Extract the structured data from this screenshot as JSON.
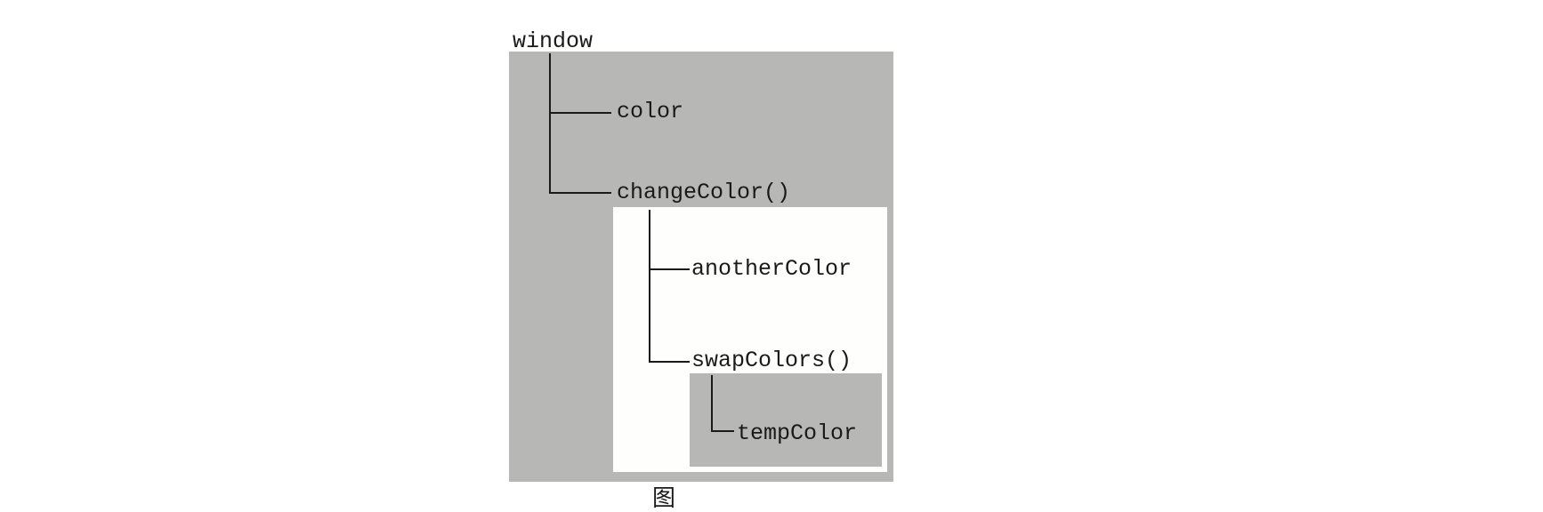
{
  "scopes": {
    "global": {
      "name": "window",
      "fill": "#b7b7b6"
    },
    "change_color": {
      "name": "changeColor()",
      "fill": "#fefefd"
    },
    "swap_colors": {
      "name": "swapColors()",
      "fill": "#b7b7b6"
    }
  },
  "variables": {
    "color": "color",
    "another_color": "anotherColor",
    "temp_color": "tempColor"
  },
  "caption": "图"
}
